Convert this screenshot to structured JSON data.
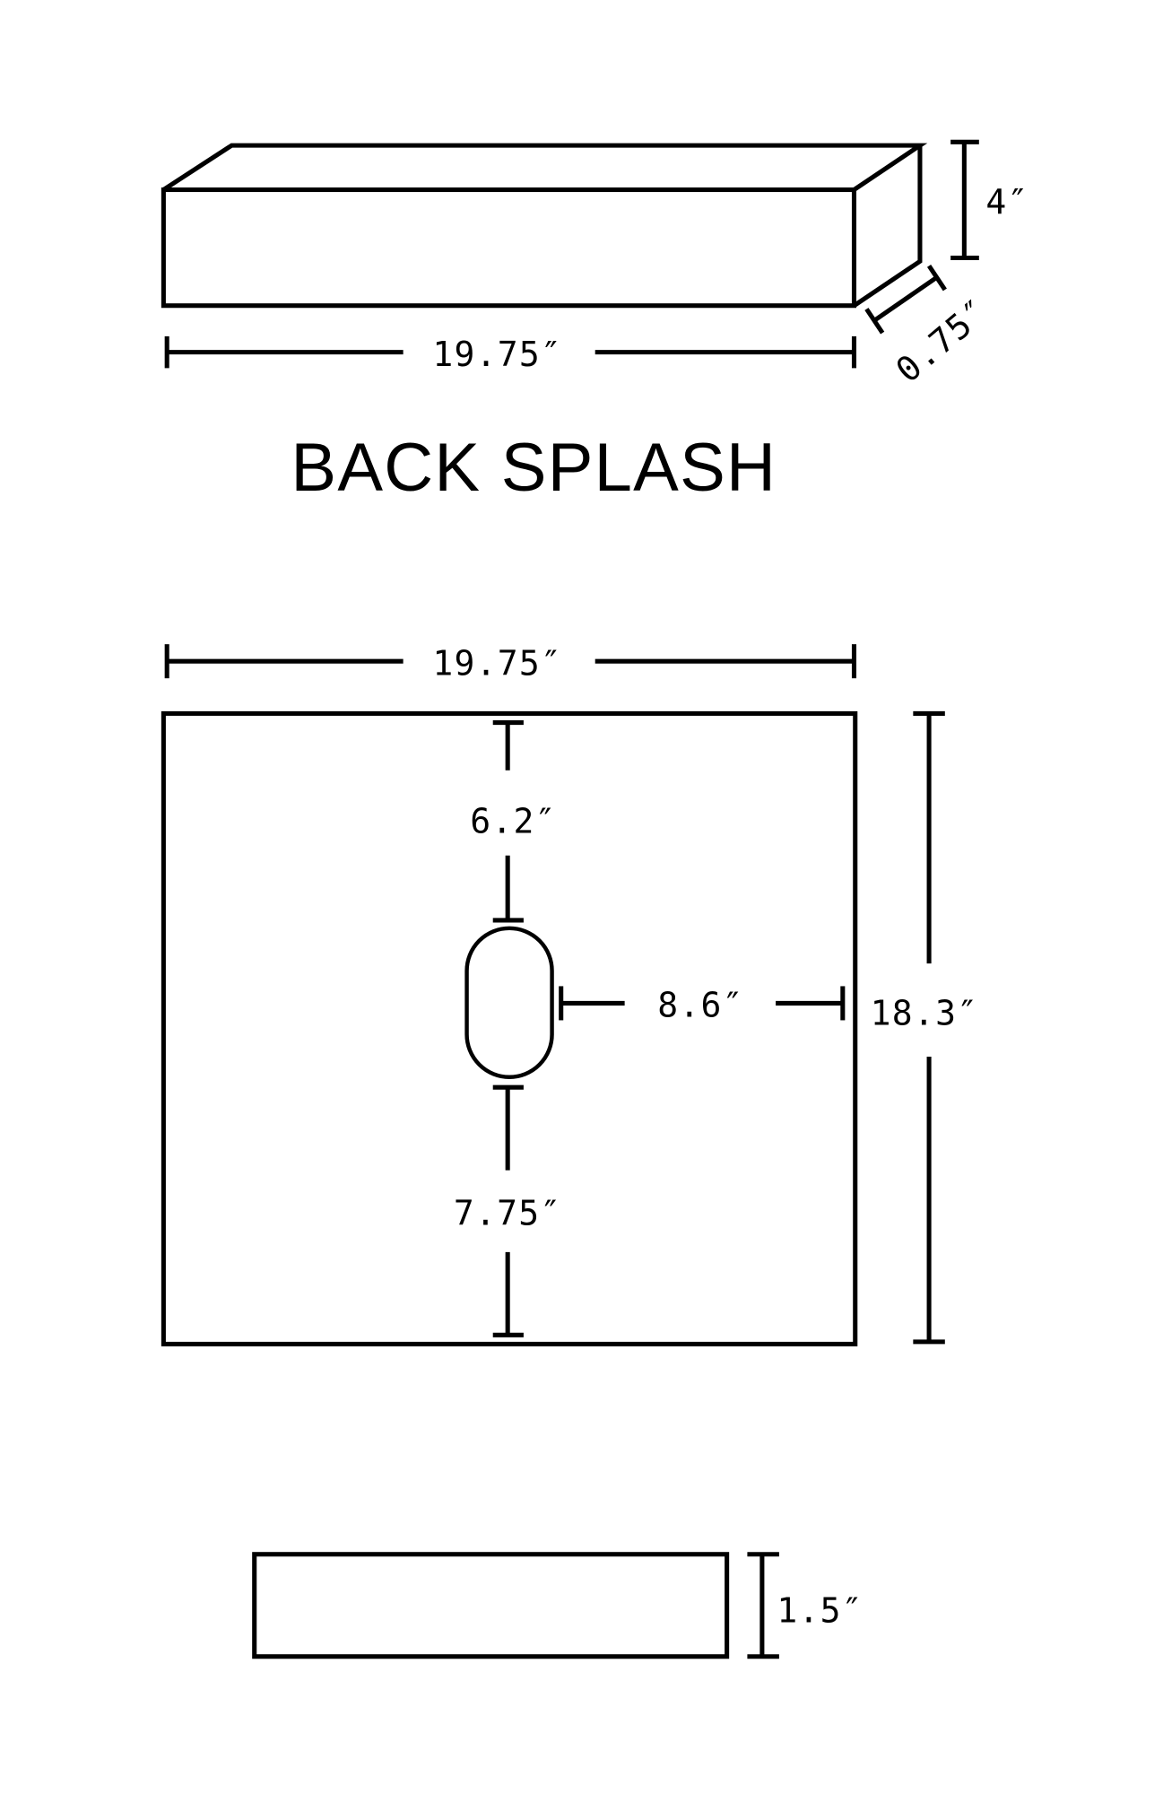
{
  "diagram": {
    "type": "technical-drawing",
    "units": "inches",
    "back_splash": {
      "title": "BACK SPLASH",
      "width_label": "19.75″",
      "height_label": "4″",
      "depth_label": "0.75″"
    },
    "top_view": {
      "width_label": "19.75″",
      "height_label": "18.3″",
      "hole_top_offset_label": "6.2″",
      "hole_bottom_offset_label": "7.75″",
      "hole_right_offset_label": "8.6″"
    },
    "edge_view": {
      "thickness_label": "1.5″"
    },
    "colors": {
      "line": "#000000",
      "background": "#ffffff"
    }
  }
}
